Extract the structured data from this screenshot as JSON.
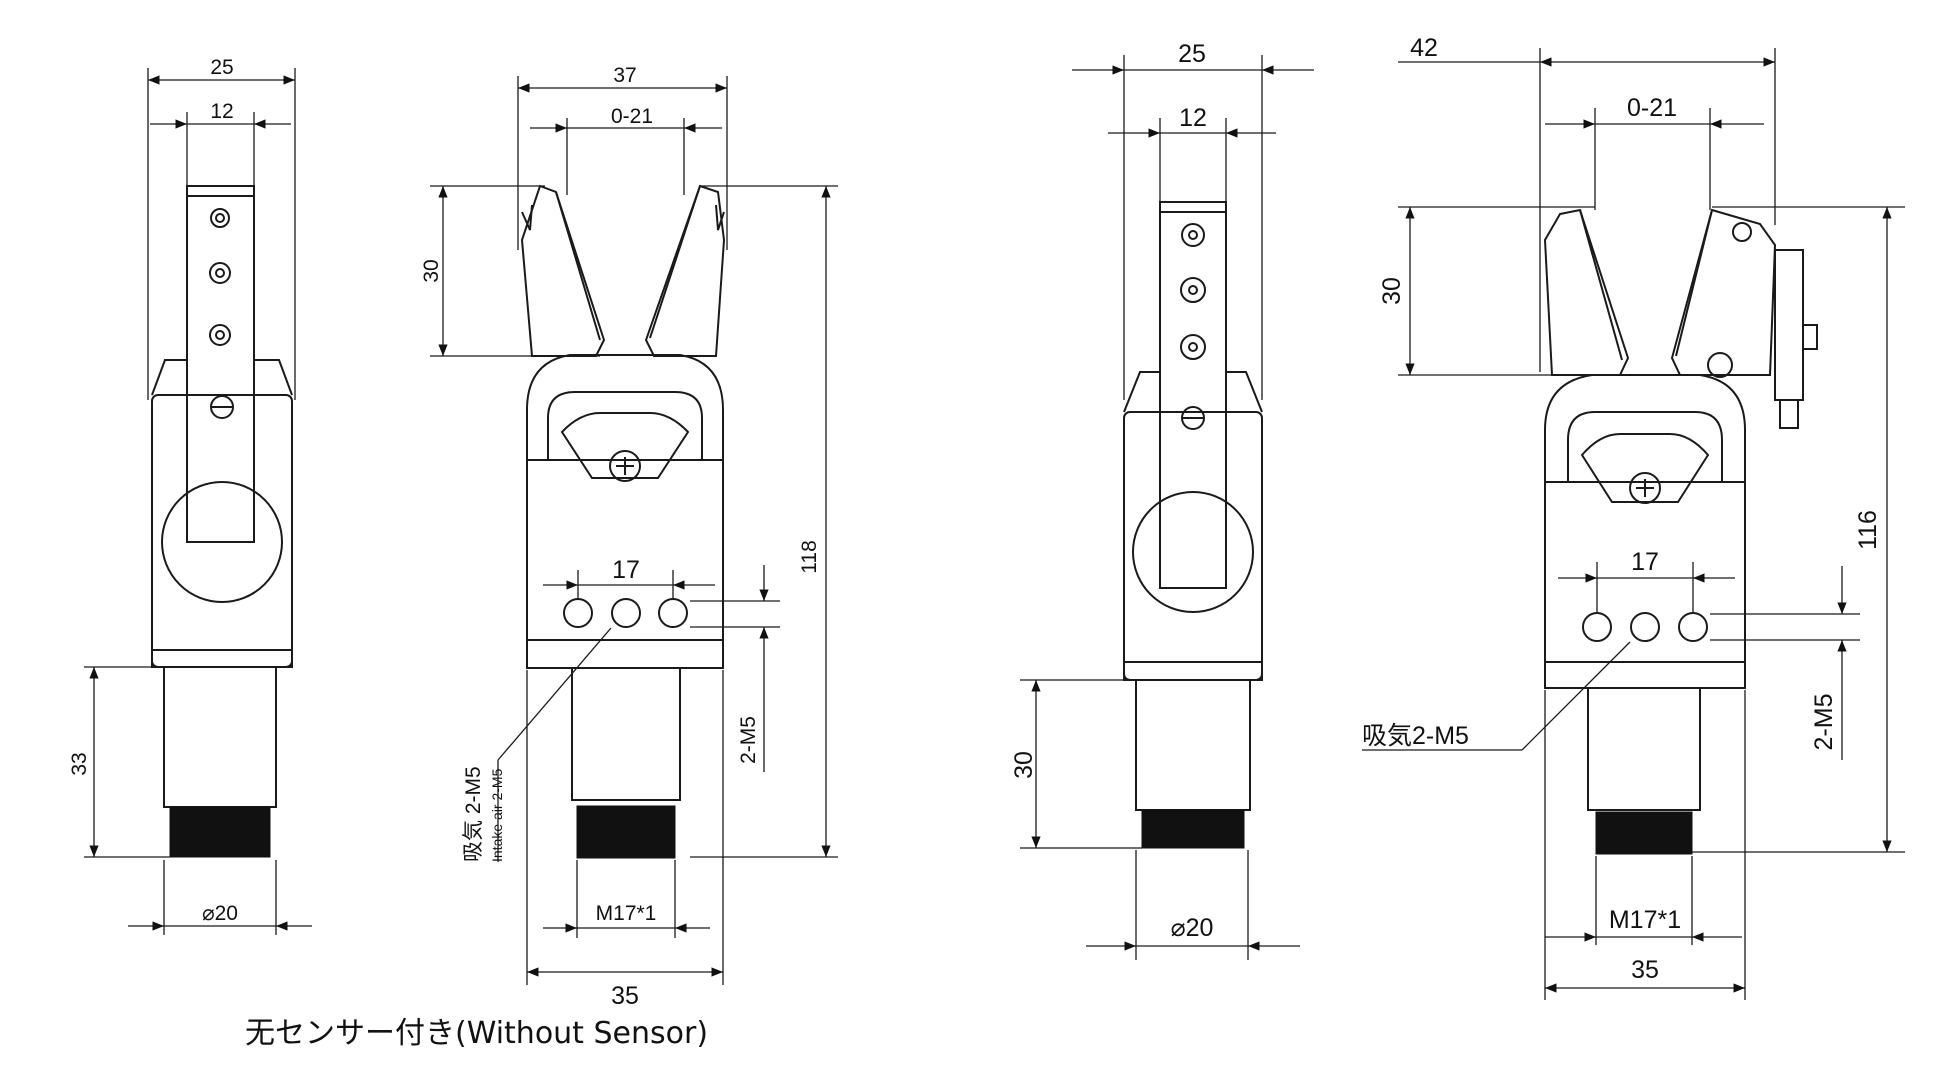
{
  "caption": "无センサー付き(Without Sensor)",
  "view1": {
    "width": "25",
    "slot": "12",
    "shank": "33",
    "dia": "⌀20"
  },
  "view2": {
    "width": "37",
    "stroke": "0-21",
    "jaw": "30",
    "height": "118",
    "ports": "17",
    "port_thread": "2-M5",
    "intake_jp": "吸気 2-M5",
    "intake_en": "Intake air 2-M5",
    "thread": "M17*1",
    "base": "35"
  },
  "view3": {
    "width": "25",
    "slot": "12",
    "shank": "30",
    "dia": "⌀20"
  },
  "view4": {
    "width": "42",
    "stroke": "0-21",
    "jaw": "30",
    "height": "116",
    "ports": "17",
    "port_thread": "2-M5",
    "intake_jp": "吸気2-M5",
    "thread": "M17*1",
    "base": "35"
  }
}
